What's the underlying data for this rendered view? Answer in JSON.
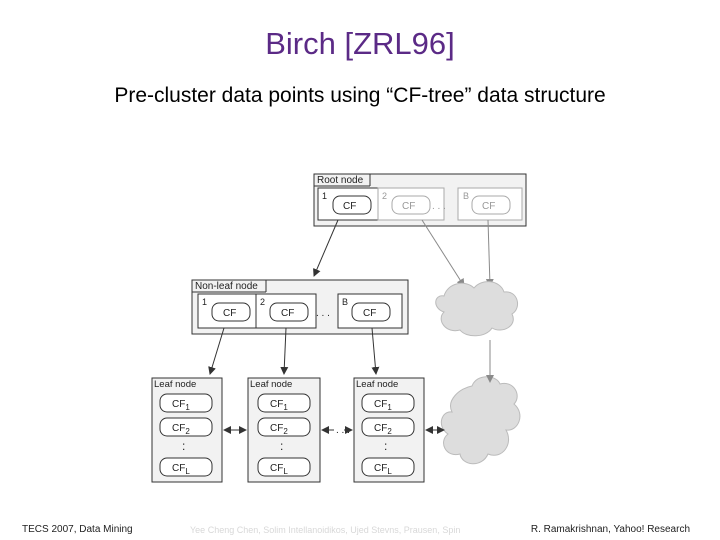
{
  "slide": {
    "title": "Birch [ZRL96]",
    "subtitle": "Pre-cluster data points using “CF-tree” data structure"
  },
  "diagram": {
    "root": {
      "label": "Root node",
      "entries": [
        {
          "index": "1",
          "cf": "CF"
        },
        {
          "index": "2",
          "cf": "CF"
        },
        {
          "index": "B",
          "cf": "CF"
        }
      ],
      "ellipsis": ". . ."
    },
    "nonleaf": {
      "label": "Non-leaf node",
      "entries": [
        {
          "index": "1",
          "cf": "CF"
        },
        {
          "index": "2",
          "cf": "CF"
        },
        {
          "index": "B",
          "cf": "CF"
        }
      ],
      "ellipsis": ". . ."
    },
    "leaves": [
      {
        "label": "Leaf node",
        "cf_base": "CF",
        "subs": [
          "1",
          "2",
          "L"
        ]
      },
      {
        "label": "Leaf node",
        "cf_base": "CF",
        "subs": [
          "1",
          "2",
          "L"
        ]
      },
      {
        "label": "Leaf node",
        "cf_base": "CF",
        "subs": [
          "1",
          "2",
          "L"
        ]
      }
    ],
    "leaf_ellipsis": ". . .",
    "vdots": ":",
    "colors": {
      "line": "#333333",
      "faded": "#8a8a8a",
      "box_bg": "#f2f2f2",
      "cloud": "#dddddd"
    }
  },
  "footer": {
    "left": "TECS 2007, Data Mining",
    "middle": "Yee Cheng Chen, Solim Intellanoidikos, Ujed Stevns, Prausen, Spin",
    "right": "R. Ramakrishnan, Yahoo! Research"
  }
}
